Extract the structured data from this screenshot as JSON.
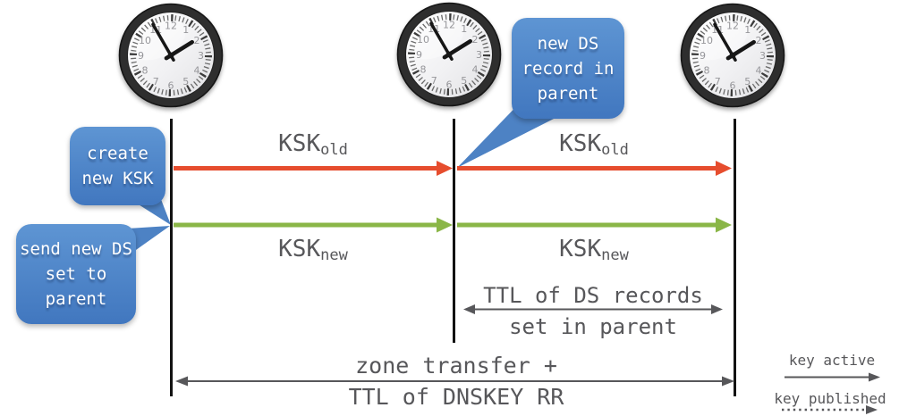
{
  "palette": {
    "arrow_red": "#e64d2e",
    "arrow_green": "#8ab647",
    "text_gray": "#57575a",
    "bubble_blue": "#4d82c4"
  },
  "clock_numerals": [
    "12",
    "1",
    "2",
    "3",
    "4",
    "5",
    "6",
    "7",
    "8",
    "9",
    "10",
    "11"
  ],
  "bubbles": {
    "create_ksk": {
      "line1": "create",
      "line2": "new KSK"
    },
    "send_ds": {
      "line1": "send new DS",
      "line2": "set to",
      "line3": "parent"
    },
    "new_ds": {
      "line1": "new DS",
      "line2": "record in",
      "line3": "parent"
    }
  },
  "key_labels": {
    "old1": {
      "main": "KSK",
      "sub": "old"
    },
    "old2": {
      "main": "KSK",
      "sub": "old"
    },
    "new1": {
      "main": "KSK",
      "sub": "new"
    },
    "new2": {
      "main": "KSK",
      "sub": "new"
    }
  },
  "spans": {
    "ds_ttl": {
      "line1": "TTL of DS records",
      "line2": "set in parent"
    },
    "zone_transfer": {
      "line1": "zone transfer +",
      "line2": "TTL of DNSKEY RR"
    }
  },
  "legend": {
    "active": "key active",
    "published": "key published"
  }
}
